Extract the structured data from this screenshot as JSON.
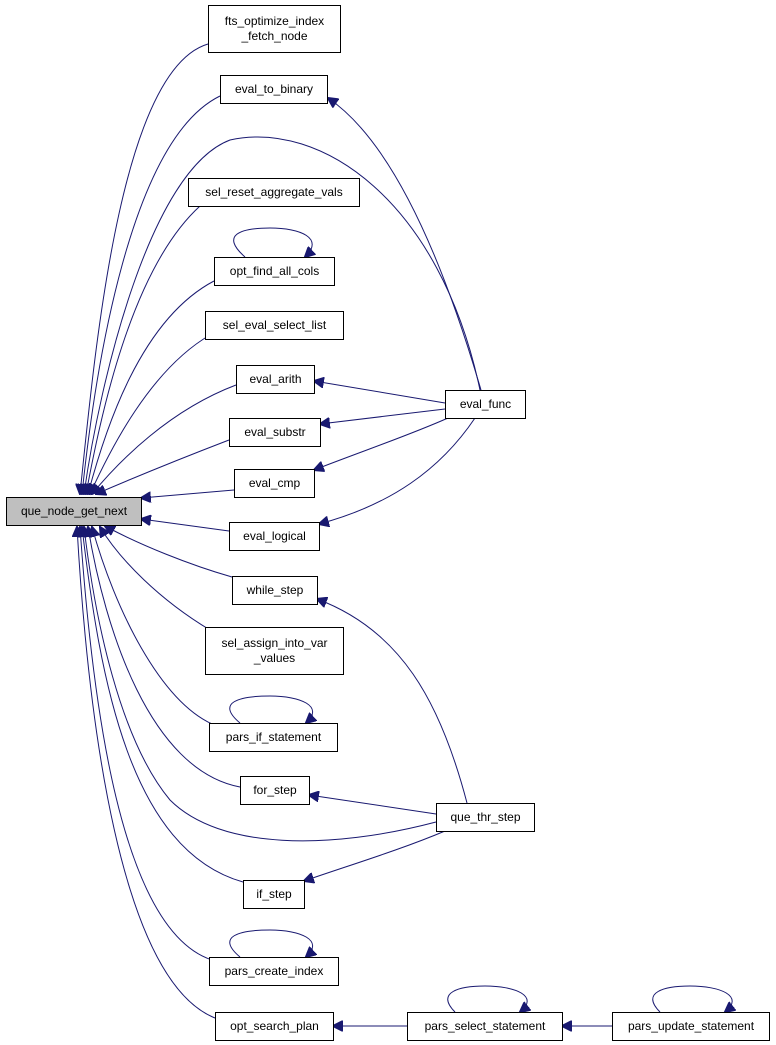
{
  "diagram": {
    "type": "call-graph",
    "colors": {
      "edge": "#191970",
      "node_border": "#000000",
      "node_fill": "#ffffff",
      "highlight_fill": "#bfbfbf"
    },
    "nodes": [
      {
        "id": "que_node_get_next",
        "lines": [
          "que_node_get_next"
        ],
        "highlight": true
      },
      {
        "id": "fts_optimize_index_fetch_node",
        "lines": [
          "fts_optimize_index",
          "_fetch_node"
        ]
      },
      {
        "id": "eval_to_binary",
        "lines": [
          "eval_to_binary"
        ]
      },
      {
        "id": "sel_reset_aggregate_vals",
        "lines": [
          "sel_reset_aggregate_vals"
        ]
      },
      {
        "id": "opt_find_all_cols",
        "lines": [
          "opt_find_all_cols"
        ]
      },
      {
        "id": "sel_eval_select_list",
        "lines": [
          "sel_eval_select_list"
        ]
      },
      {
        "id": "eval_arith",
        "lines": [
          "eval_arith"
        ]
      },
      {
        "id": "eval_substr",
        "lines": [
          "eval_substr"
        ]
      },
      {
        "id": "eval_cmp",
        "lines": [
          "eval_cmp"
        ]
      },
      {
        "id": "eval_logical",
        "lines": [
          "eval_logical"
        ]
      },
      {
        "id": "while_step",
        "lines": [
          "while_step"
        ]
      },
      {
        "id": "sel_assign_into_var_values",
        "lines": [
          "sel_assign_into_var",
          "_values"
        ]
      },
      {
        "id": "pars_if_statement",
        "lines": [
          "pars_if_statement"
        ]
      },
      {
        "id": "for_step",
        "lines": [
          "for_step"
        ]
      },
      {
        "id": "if_step",
        "lines": [
          "if_step"
        ]
      },
      {
        "id": "pars_create_index",
        "lines": [
          "pars_create_index"
        ]
      },
      {
        "id": "opt_search_plan",
        "lines": [
          "opt_search_plan"
        ]
      },
      {
        "id": "eval_func",
        "lines": [
          "eval_func"
        ]
      },
      {
        "id": "que_thr_step",
        "lines": [
          "que_thr_step"
        ]
      },
      {
        "id": "pars_select_statement",
        "lines": [
          "pars_select_statement"
        ]
      },
      {
        "id": "pars_update_statement",
        "lines": [
          "pars_update_statement"
        ]
      }
    ],
    "edges": [
      {
        "from": "fts_optimize_index_fetch_node",
        "to": "que_node_get_next"
      },
      {
        "from": "eval_to_binary",
        "to": "que_node_get_next"
      },
      {
        "from": "eval_func",
        "to": "que_node_get_next"
      },
      {
        "from": "sel_reset_aggregate_vals",
        "to": "que_node_get_next"
      },
      {
        "from": "opt_find_all_cols",
        "to": "que_node_get_next"
      },
      {
        "from": "sel_eval_select_list",
        "to": "que_node_get_next"
      },
      {
        "from": "eval_arith",
        "to": "que_node_get_next"
      },
      {
        "from": "eval_substr",
        "to": "que_node_get_next"
      },
      {
        "from": "eval_cmp",
        "to": "que_node_get_next"
      },
      {
        "from": "eval_logical",
        "to": "que_node_get_next"
      },
      {
        "from": "while_step",
        "to": "que_node_get_next"
      },
      {
        "from": "sel_assign_into_var_values",
        "to": "que_node_get_next"
      },
      {
        "from": "pars_if_statement",
        "to": "que_node_get_next"
      },
      {
        "from": "for_step",
        "to": "que_node_get_next"
      },
      {
        "from": "que_thr_step",
        "to": "que_node_get_next"
      },
      {
        "from": "if_step",
        "to": "que_node_get_next"
      },
      {
        "from": "pars_create_index",
        "to": "que_node_get_next"
      },
      {
        "from": "opt_search_plan",
        "to": "que_node_get_next"
      },
      {
        "from": "eval_func",
        "to": "eval_to_binary"
      },
      {
        "from": "eval_func",
        "to": "eval_arith"
      },
      {
        "from": "eval_func",
        "to": "eval_substr"
      },
      {
        "from": "eval_func",
        "to": "eval_cmp"
      },
      {
        "from": "eval_func",
        "to": "eval_logical"
      },
      {
        "from": "que_thr_step",
        "to": "while_step"
      },
      {
        "from": "que_thr_step",
        "to": "for_step"
      },
      {
        "from": "que_thr_step",
        "to": "if_step"
      },
      {
        "from": "pars_select_statement",
        "to": "opt_search_plan"
      },
      {
        "from": "pars_update_statement",
        "to": "pars_select_statement"
      },
      {
        "from": "opt_find_all_cols",
        "to": "opt_find_all_cols"
      },
      {
        "from": "pars_if_statement",
        "to": "pars_if_statement"
      },
      {
        "from": "pars_create_index",
        "to": "pars_create_index"
      },
      {
        "from": "pars_select_statement",
        "to": "pars_select_statement"
      },
      {
        "from": "pars_update_statement",
        "to": "pars_update_statement"
      }
    ]
  }
}
